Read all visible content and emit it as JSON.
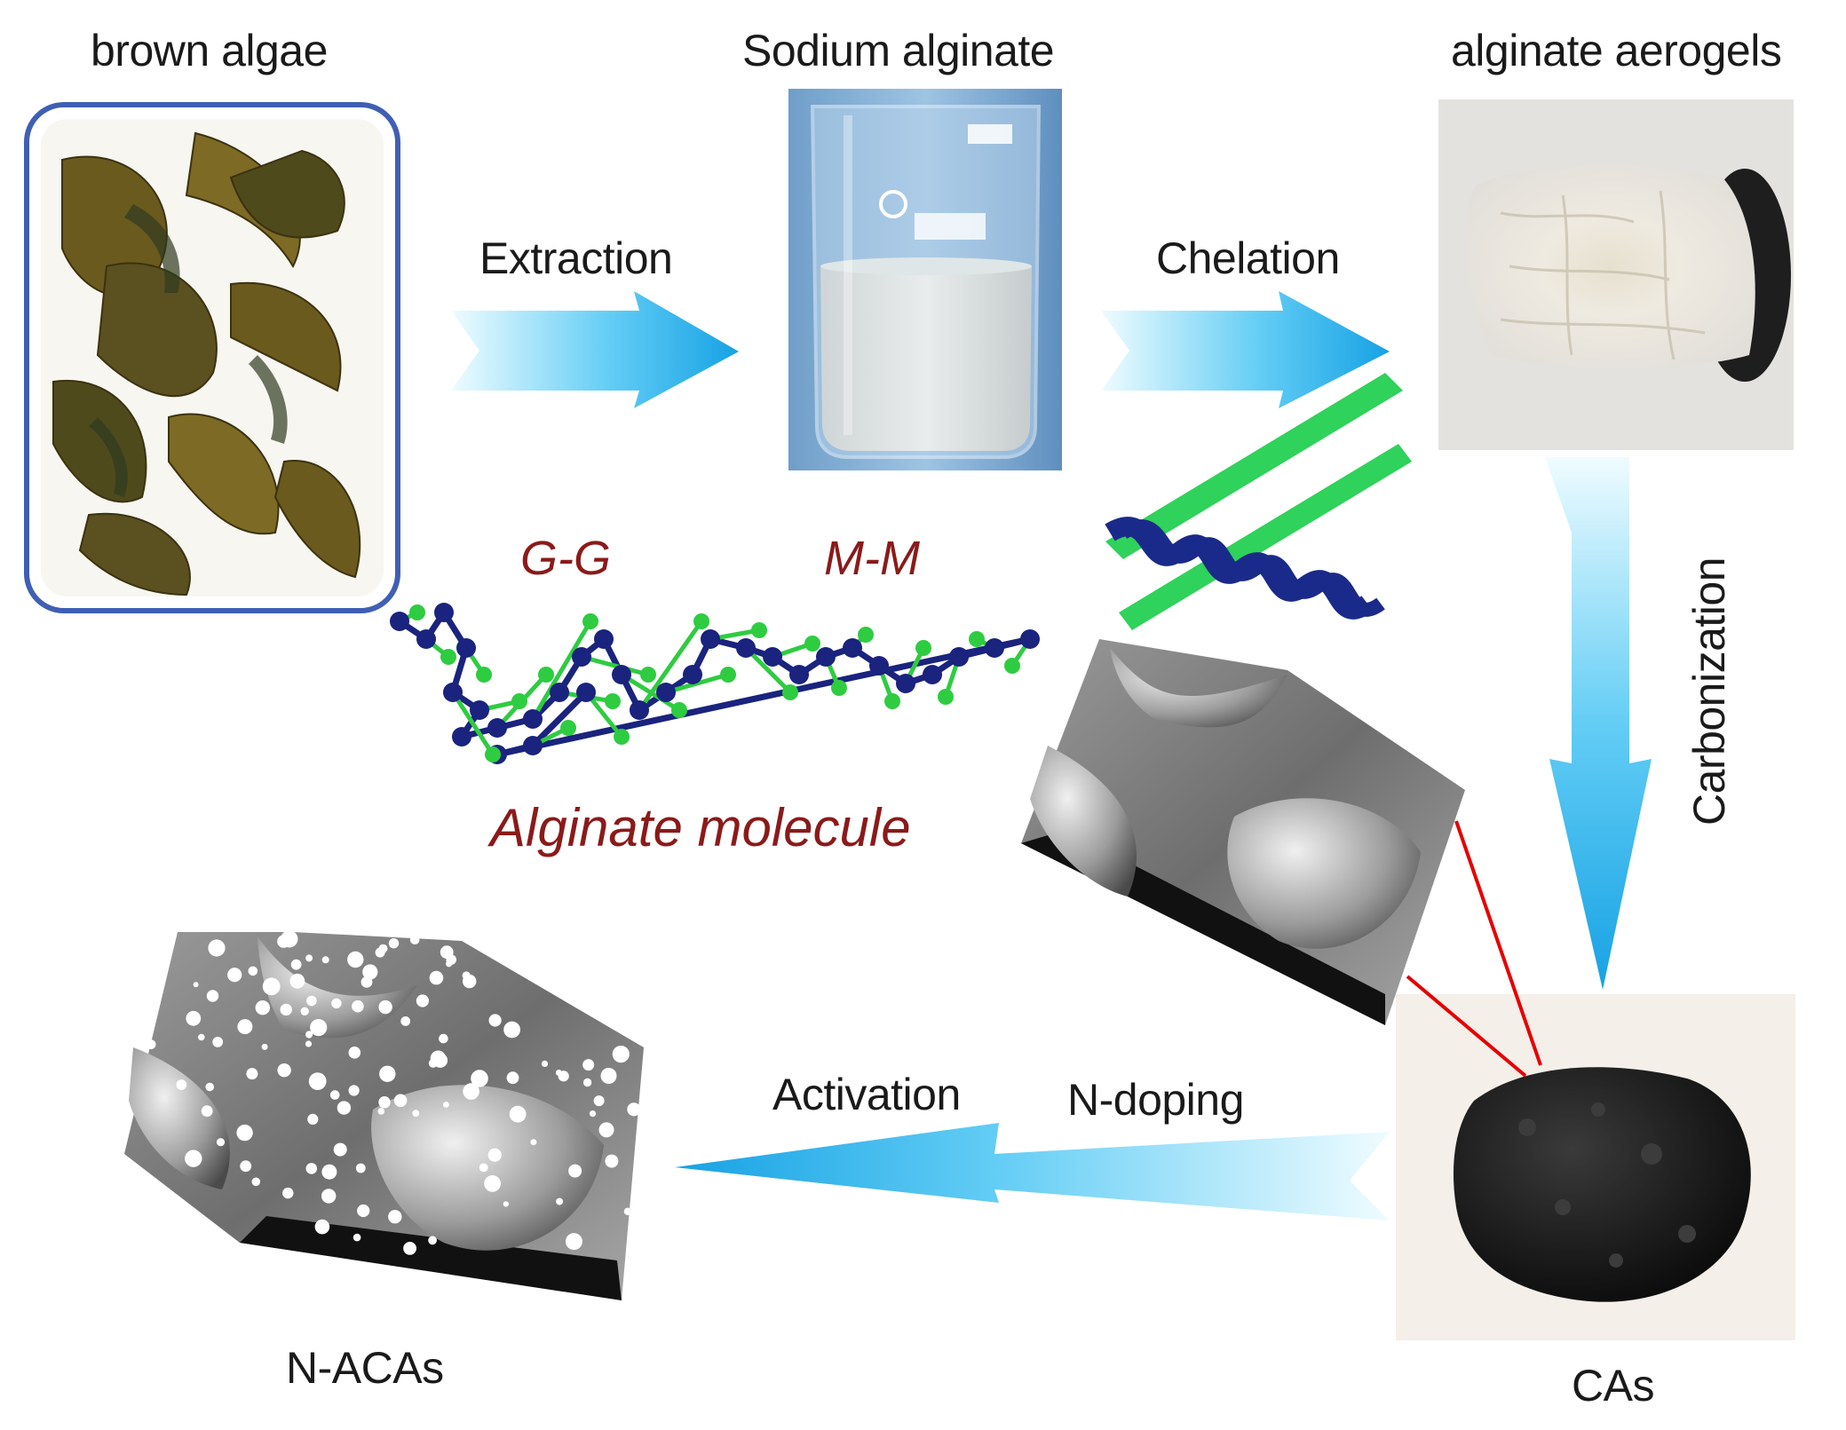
{
  "stages": {
    "brown_algae": "brown algae",
    "sodium_alginate": "Sodium alginate",
    "alginate_aerogels": "alginate aerogels",
    "cas": "CAs",
    "n_acas": "N-ACAs"
  },
  "processes": {
    "extraction": "Extraction",
    "chelation": "Chelation",
    "carbonization": "Carbonization",
    "activation": "Activation",
    "n_doping": "N-doping"
  },
  "molecule": {
    "gg": "G-G",
    "mm": "M-M",
    "caption": "Alginate molecule"
  },
  "colors": {
    "arrow_light": "#e8fbff",
    "arrow_dark": "#1aa6e6",
    "molecule_label": "#8b1a1a",
    "atom_dark": "#1a237e",
    "atom_light": "#2ecc40",
    "connector": "#e60000"
  }
}
